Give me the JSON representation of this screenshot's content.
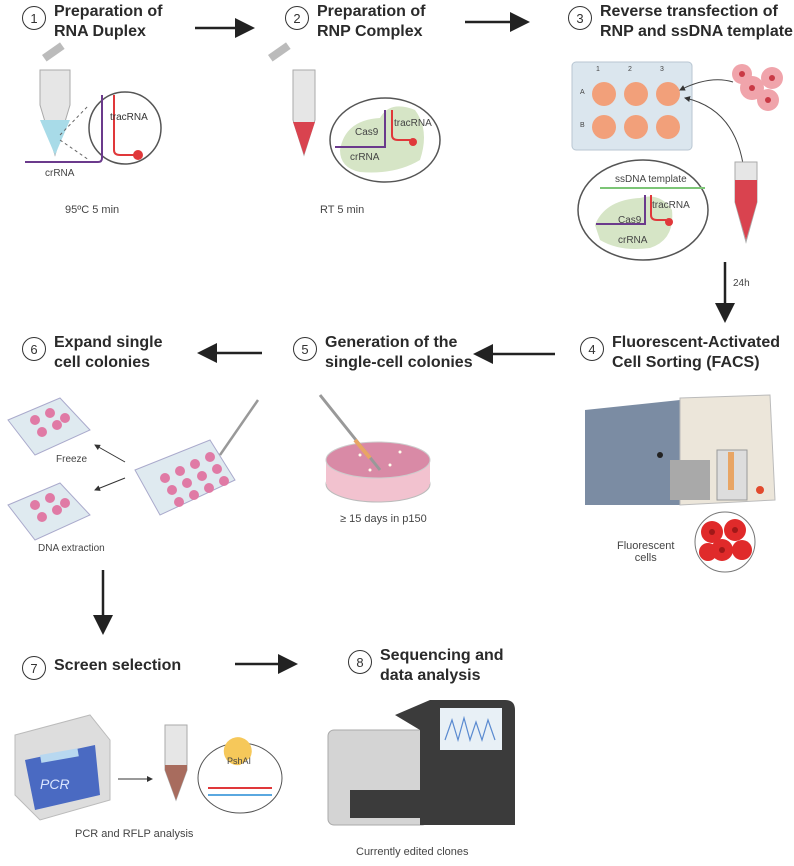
{
  "steps": [
    {
      "number": "1",
      "title_line1": "Preparation of",
      "title_line2": "RNA Duplex",
      "caption": "95ºC 5 min"
    },
    {
      "number": "2",
      "title_line1": "Preparation of",
      "title_line2": "RNP Complex",
      "caption": "RT 5 min"
    },
    {
      "number": "3",
      "title_line1": "Reverse transfection of",
      "title_line2": "RNP and ssDNA template",
      "caption": ""
    },
    {
      "number": "4",
      "title_line1": "Fluorescent-Activated",
      "title_line2": "Cell Sorting (FACS)",
      "caption": "Fluorescent cells"
    },
    {
      "number": "5",
      "title_line1": "Generation of the",
      "title_line2": "single-cell colonies",
      "caption": "≥ 15 days in p150"
    },
    {
      "number": "6",
      "title_line1": "Expand single",
      "title_line2": "cell colonies",
      "caption": ""
    },
    {
      "number": "7",
      "title_line1": "Screen selection",
      "title_line2": "",
      "caption": "PCR and RFLP analysis"
    },
    {
      "number": "8",
      "title_line1": "Sequencing and",
      "title_line2": "data analysis",
      "caption": "Currently edited clones"
    }
  ],
  "labels": {
    "tracrRNA": "tracRNA",
    "crRNA": "crRNA",
    "cas9": "Cas9",
    "ssdna": "ssDNA template",
    "plate_cols": [
      "1",
      "2",
      "3"
    ],
    "plate_rows": [
      "A",
      "B"
    ],
    "arrow_24h": "24h",
    "freeze": "Freeze",
    "dna_extraction": "DNA extraction",
    "fluor_line1": "Fluorescent",
    "fluor_line2": "cells",
    "pcr": "PCR",
    "enzyme": "PshAI"
  },
  "colors": {
    "well_orange": "#f2a07a",
    "rna_purple": "#6b3a8c",
    "rna_red": "#e0383a",
    "cas9_green": "#d6e5c6",
    "dish_pink": "#d98aa6"
  }
}
